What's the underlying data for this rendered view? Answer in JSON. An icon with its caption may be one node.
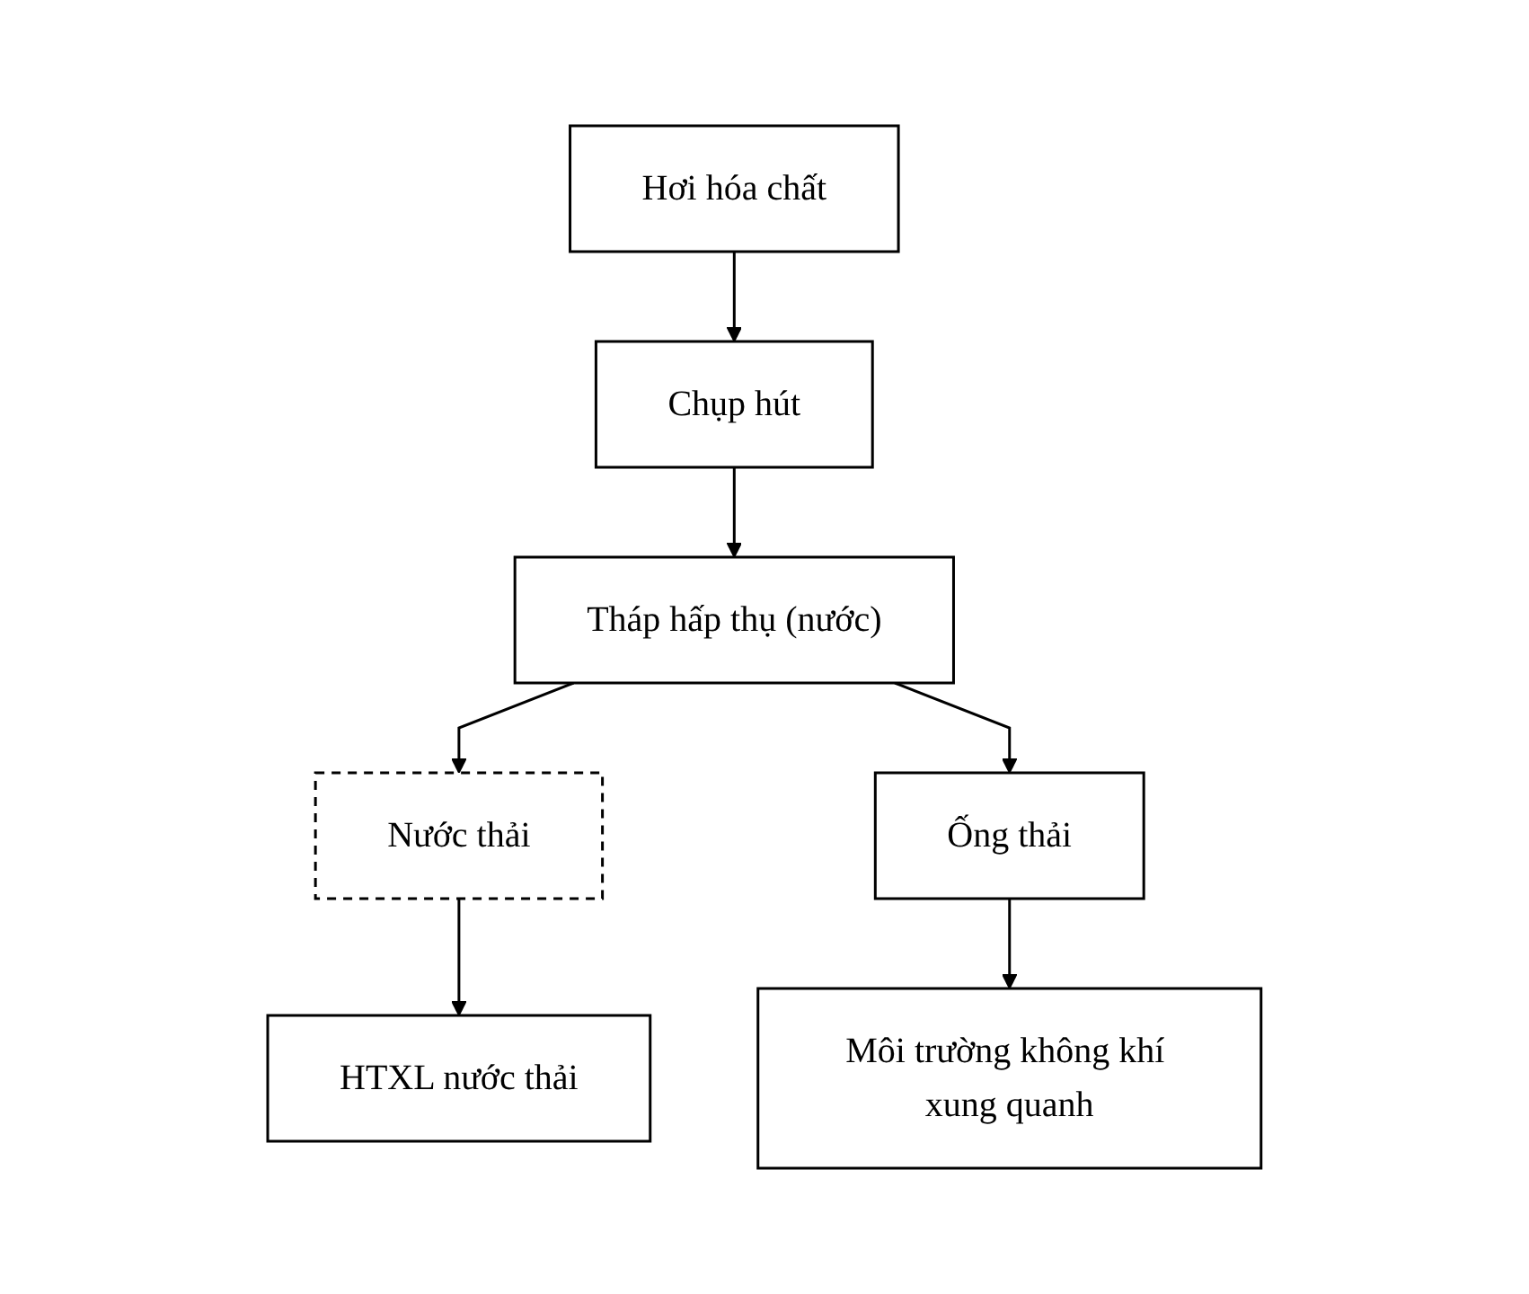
{
  "diagram": {
    "nodes": [
      {
        "text": [
          "Hơi hóa chất"
        ]
      },
      {
        "text": [
          "Chụp hút"
        ]
      },
      {
        "text": [
          "Tháp hấp thụ (nước)"
        ]
      },
      {
        "text": [
          "Nước thải"
        ]
      },
      {
        "text": [
          "Ống thải"
        ]
      },
      {
        "text": [
          "HTXL nước thải"
        ]
      },
      {
        "text": [
          "Môi trường không khí xung quanh"
        ]
      }
    ],
    "edges": [
      {
        "from": 0,
        "to": 1,
        "arrow": "to"
      },
      {
        "from": 1,
        "to": 2,
        "arrow": "to"
      },
      {
        "from": 2,
        "to": 3,
        "arrow": "to"
      },
      {
        "from": 3,
        "to": 5,
        "arrow": "to"
      },
      {
        "from": 2,
        "to": 4,
        "arrow": "to"
      },
      {
        "from": 4,
        "to": 6,
        "arrow": "to"
      }
    ]
  }
}
